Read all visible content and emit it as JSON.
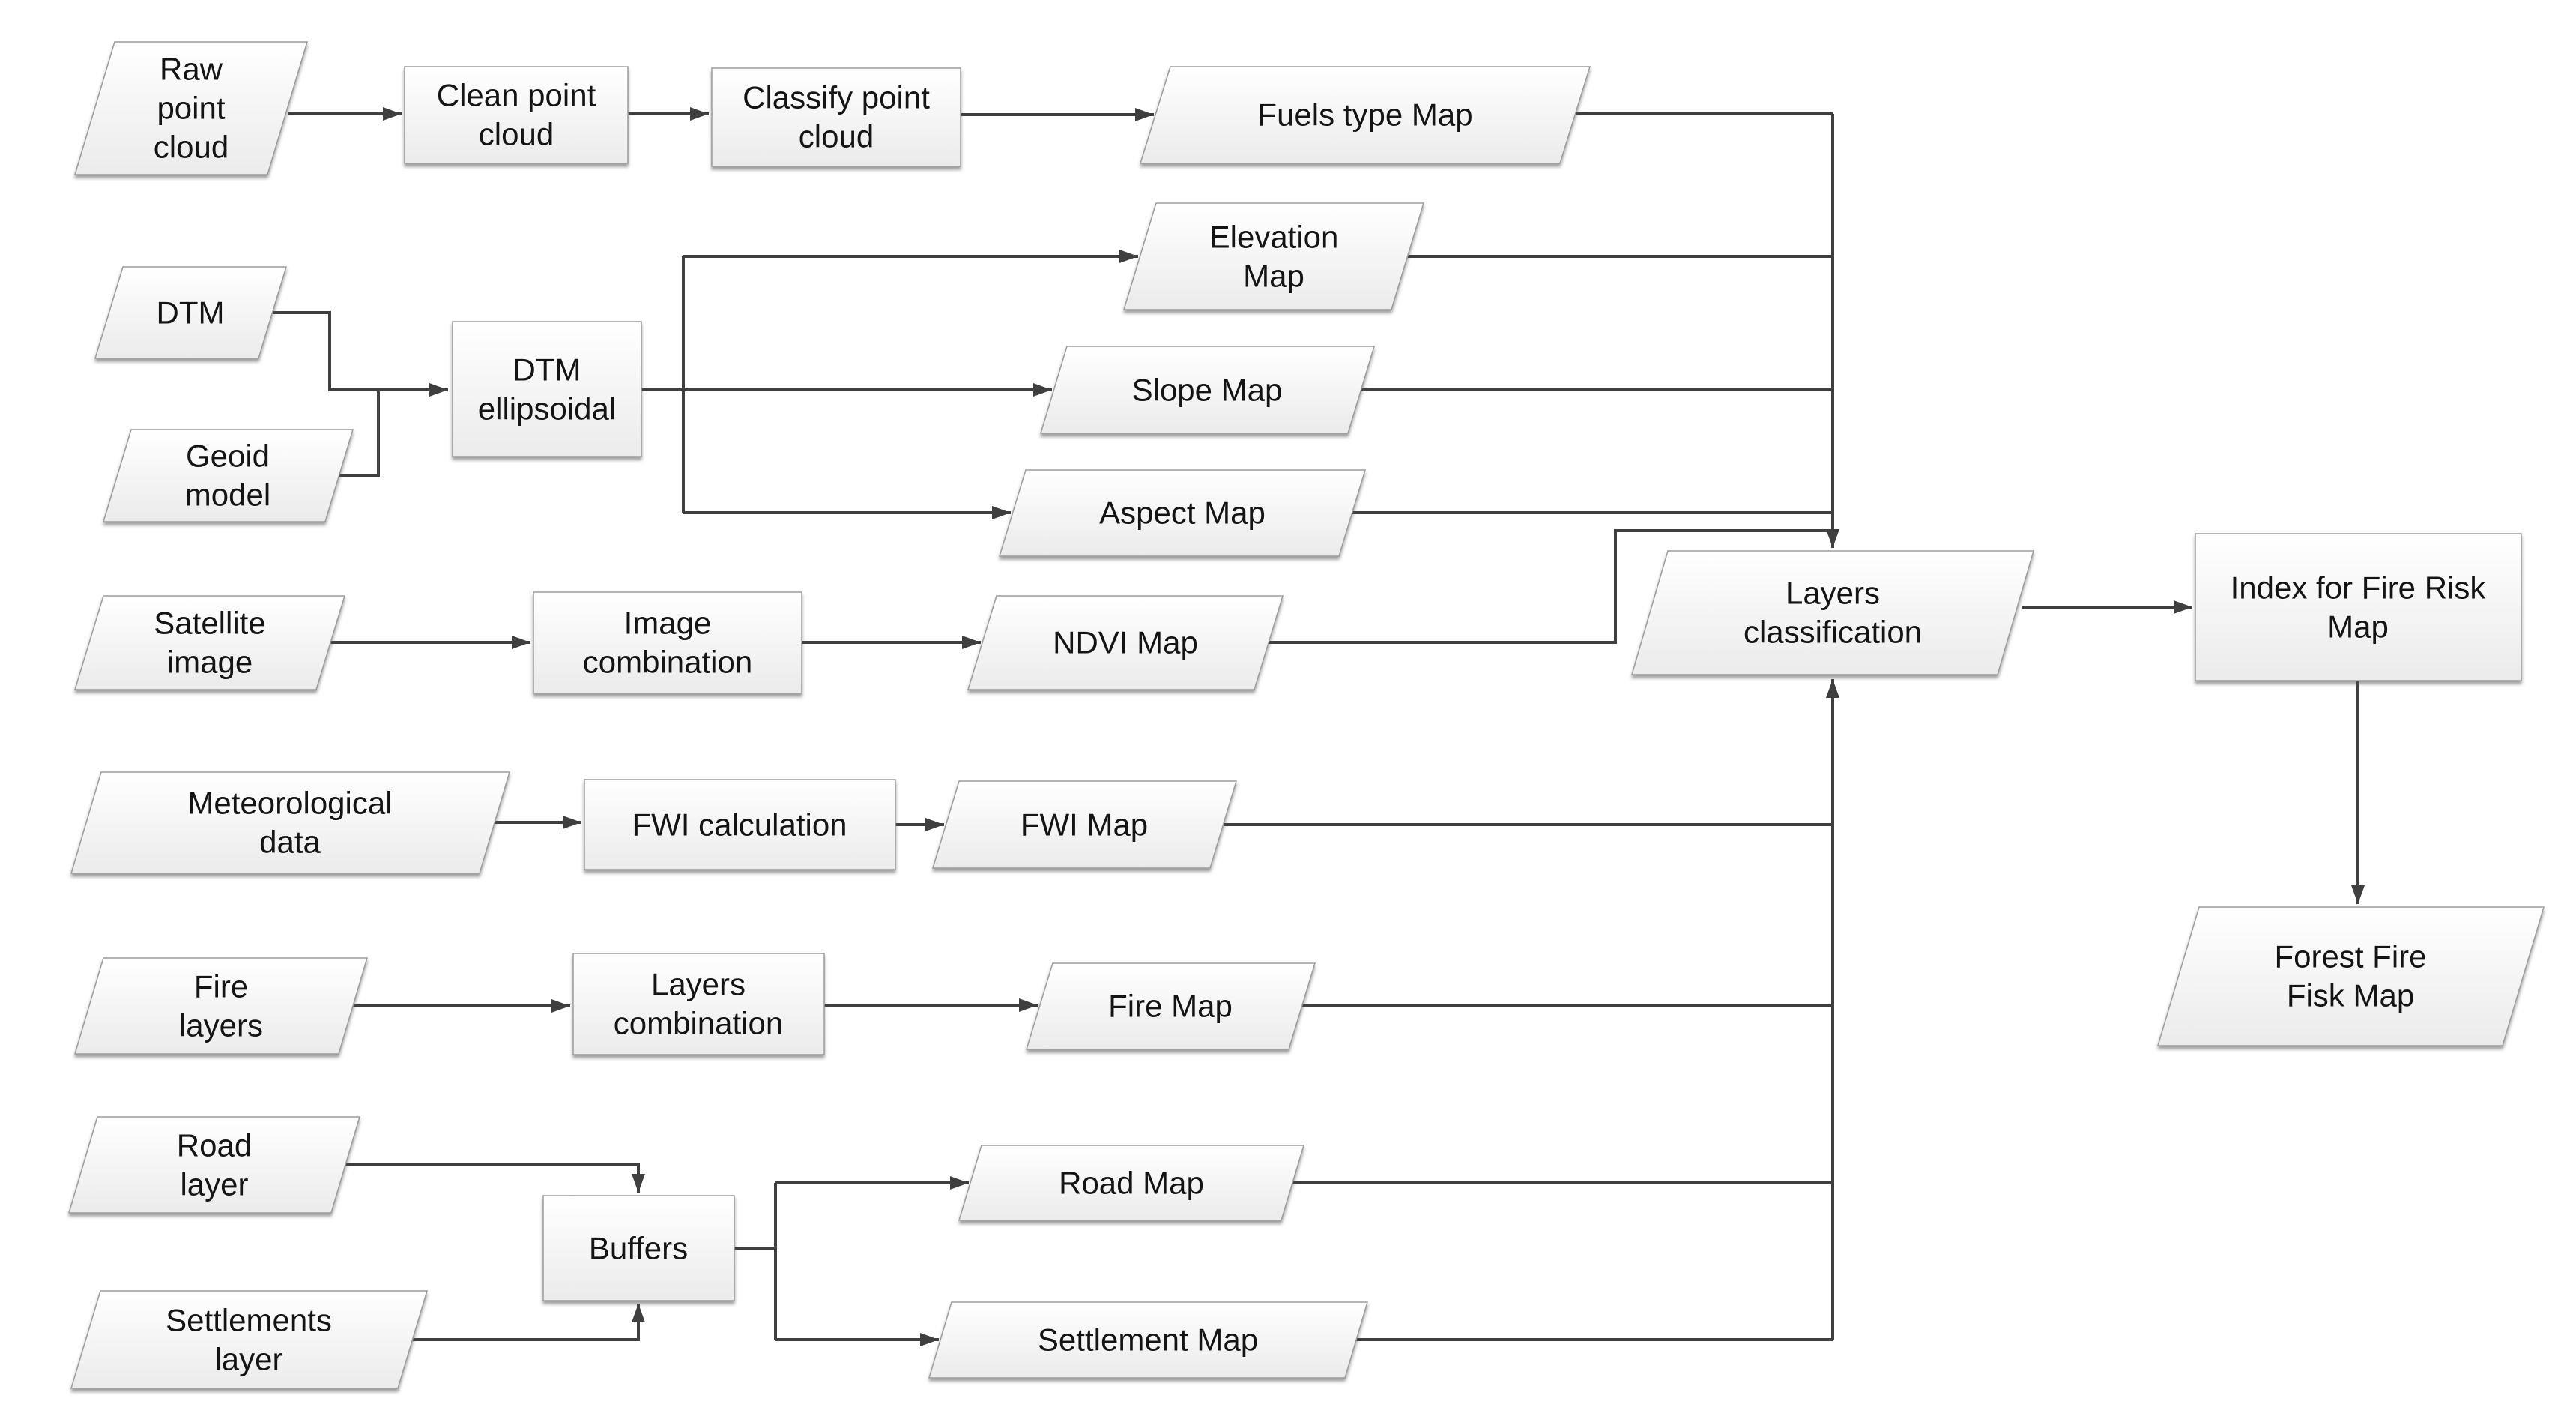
{
  "style": {
    "background": "#ffffff",
    "connector_color": "#3f3f3f",
    "shape_border_color": "#9c9c9c",
    "shape_fill_light": "#ffffff",
    "shape_fill_dark": "#ebebeb",
    "text_color": "#141414"
  },
  "nodes": {
    "raw_point_cloud": {
      "shape": "parallelogram",
      "lines": [
        "Raw",
        "point",
        "cloud"
      ]
    },
    "clean_point_cloud": {
      "shape": "rectangle",
      "lines": [
        "Clean point",
        "cloud"
      ]
    },
    "classify_point_cloud": {
      "shape": "rectangle",
      "lines": [
        "Classify point",
        "cloud"
      ]
    },
    "fuels_type_map": {
      "shape": "parallelogram",
      "lines": [
        "Fuels type Map"
      ]
    },
    "dtm": {
      "shape": "parallelogram",
      "lines": [
        "DTM"
      ]
    },
    "geoid_model": {
      "shape": "parallelogram",
      "lines": [
        "Geoid",
        "model"
      ]
    },
    "dtm_ellipsoidal": {
      "shape": "rectangle",
      "lines": [
        "DTM",
        "ellipsoidal"
      ]
    },
    "elevation_map": {
      "shape": "parallelogram",
      "lines": [
        "Elevation",
        "Map"
      ]
    },
    "slope_map": {
      "shape": "parallelogram",
      "lines": [
        "Slope Map"
      ]
    },
    "aspect_map": {
      "shape": "parallelogram",
      "lines": [
        "Aspect Map"
      ]
    },
    "satellite_image": {
      "shape": "parallelogram",
      "lines": [
        "Satellite",
        "image"
      ]
    },
    "image_combination": {
      "shape": "rectangle",
      "lines": [
        "Image",
        "combination"
      ]
    },
    "ndvi_map": {
      "shape": "parallelogram",
      "lines": [
        "NDVI Map"
      ]
    },
    "meteorological_data": {
      "shape": "parallelogram",
      "lines": [
        "Meteorological",
        "data"
      ]
    },
    "fwi_calculation": {
      "shape": "rectangle",
      "lines": [
        "FWI calculation"
      ]
    },
    "fwi_map": {
      "shape": "parallelogram",
      "lines": [
        "FWI Map"
      ]
    },
    "fire_layers": {
      "shape": "parallelogram",
      "lines": [
        "Fire",
        "layers"
      ]
    },
    "layers_combination": {
      "shape": "rectangle",
      "lines": [
        "Layers",
        "combination"
      ]
    },
    "fire_map": {
      "shape": "parallelogram",
      "lines": [
        "Fire Map"
      ]
    },
    "road_layer": {
      "shape": "parallelogram",
      "lines": [
        "Road",
        "layer"
      ]
    },
    "settlements_layer": {
      "shape": "parallelogram",
      "lines": [
        "Settlements",
        "layer"
      ]
    },
    "buffers": {
      "shape": "rectangle",
      "lines": [
        "Buffers"
      ]
    },
    "road_map": {
      "shape": "parallelogram",
      "lines": [
        "Road Map"
      ]
    },
    "settlement_map": {
      "shape": "parallelogram",
      "lines": [
        "Settlement Map"
      ]
    },
    "layers_classification": {
      "shape": "parallelogram",
      "lines": [
        "Layers",
        "classification"
      ]
    },
    "index_fire_risk_map": {
      "shape": "rectangle",
      "lines": [
        "Index for Fire Risk",
        "Map"
      ]
    },
    "forest_fire_risk_map": {
      "shape": "parallelogram",
      "lines": [
        "Forest Fire",
        "Fisk Map"
      ]
    }
  },
  "edges": [
    {
      "from": "raw_point_cloud",
      "to": "clean_point_cloud"
    },
    {
      "from": "clean_point_cloud",
      "to": "classify_point_cloud"
    },
    {
      "from": "classify_point_cloud",
      "to": "fuels_type_map"
    },
    {
      "from": "dtm",
      "to": "dtm_ellipsoidal"
    },
    {
      "from": "geoid_model",
      "to": "dtm_ellipsoidal"
    },
    {
      "from": "dtm_ellipsoidal",
      "to": "elevation_map"
    },
    {
      "from": "dtm_ellipsoidal",
      "to": "slope_map"
    },
    {
      "from": "dtm_ellipsoidal",
      "to": "aspect_map"
    },
    {
      "from": "satellite_image",
      "to": "image_combination"
    },
    {
      "from": "image_combination",
      "to": "ndvi_map"
    },
    {
      "from": "meteorological_data",
      "to": "fwi_calculation"
    },
    {
      "from": "fwi_calculation",
      "to": "fwi_map"
    },
    {
      "from": "fire_layers",
      "to": "layers_combination"
    },
    {
      "from": "layers_combination",
      "to": "fire_map"
    },
    {
      "from": "road_layer",
      "to": "buffers"
    },
    {
      "from": "settlements_layer",
      "to": "buffers"
    },
    {
      "from": "buffers",
      "to": "road_map"
    },
    {
      "from": "buffers",
      "to": "settlement_map"
    },
    {
      "from": "fuels_type_map",
      "to": "layers_classification"
    },
    {
      "from": "elevation_map",
      "to": "layers_classification"
    },
    {
      "from": "slope_map",
      "to": "layers_classification"
    },
    {
      "from": "aspect_map",
      "to": "layers_classification"
    },
    {
      "from": "ndvi_map",
      "to": "layers_classification"
    },
    {
      "from": "fwi_map",
      "to": "layers_classification"
    },
    {
      "from": "fire_map",
      "to": "layers_classification"
    },
    {
      "from": "road_map",
      "to": "layers_classification"
    },
    {
      "from": "settlement_map",
      "to": "layers_classification"
    },
    {
      "from": "layers_classification",
      "to": "index_fire_risk_map"
    },
    {
      "from": "index_fire_risk_map",
      "to": "forest_fire_risk_map"
    }
  ]
}
